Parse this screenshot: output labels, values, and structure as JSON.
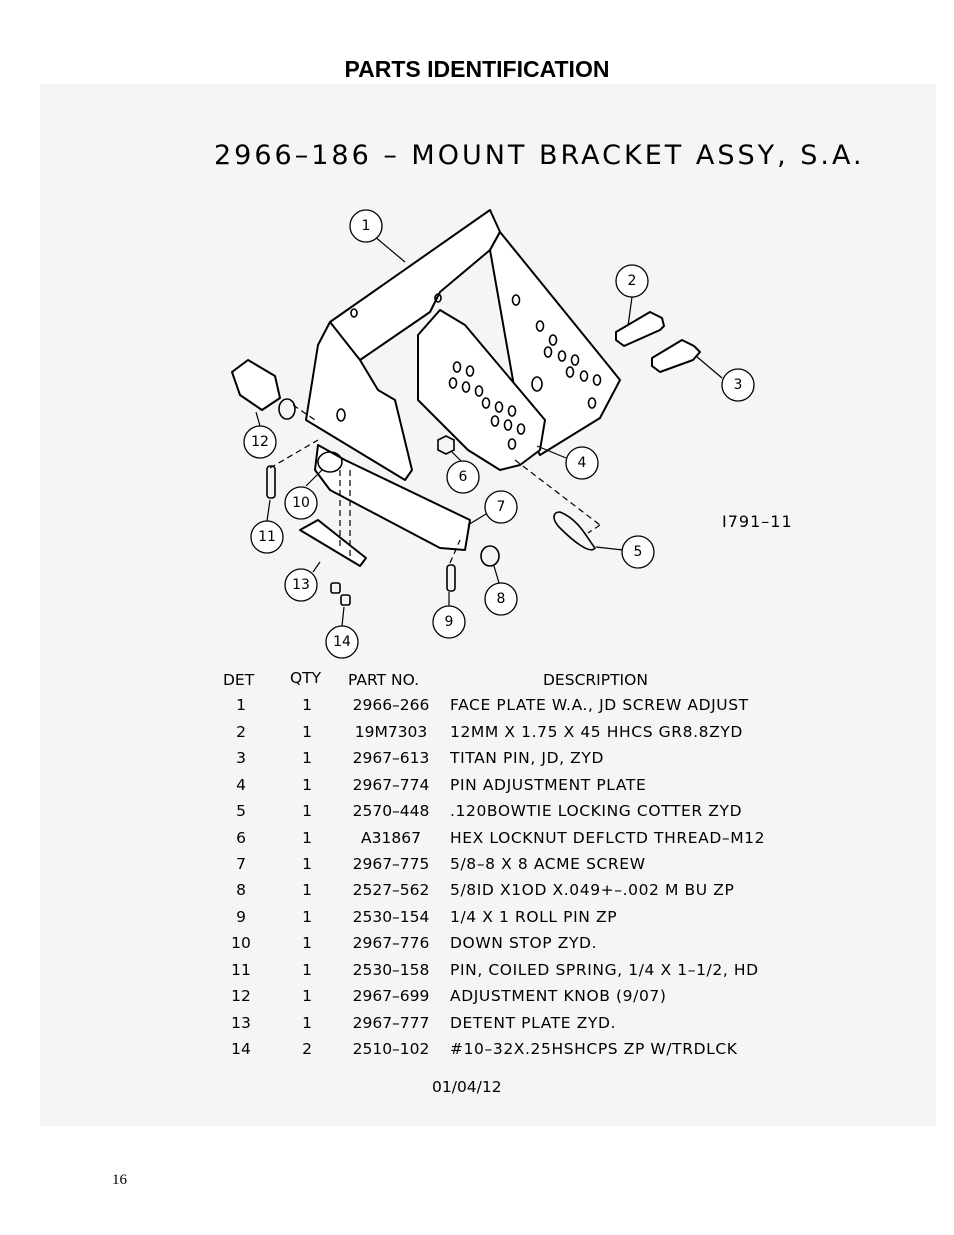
{
  "page": {
    "heading": "PARTS IDENTIFICATION",
    "page_number": "16"
  },
  "drawing": {
    "title": "2966–186 – MOUNT BRACKET ASSY, S.A.",
    "drawing_number": "I791–11",
    "balloons": [
      "1",
      "2",
      "3",
      "4",
      "5",
      "6",
      "7",
      "8",
      "9",
      "10",
      "11",
      "12",
      "13",
      "14"
    ]
  },
  "parts_table": {
    "headers": {
      "det": "DET",
      "qty": "QTY",
      "part_no": "PART NO.",
      "description": "DESCRIPTION"
    },
    "rows": [
      {
        "det": "1",
        "qty": "1",
        "part_no": "2966–266",
        "description": "FACE PLATE W.A., JD SCREW ADJUST"
      },
      {
        "det": "2",
        "qty": "1",
        "part_no": "19M7303",
        "description": "12MM X 1.75 X 45 HHCS GR8.8ZYD"
      },
      {
        "det": "3",
        "qty": "1",
        "part_no": "2967–613",
        "description": "TITAN PIN, JD, ZYD"
      },
      {
        "det": "4",
        "qty": "1",
        "part_no": "2967–774",
        "description": "PIN ADJUSTMENT PLATE"
      },
      {
        "det": "5",
        "qty": "1",
        "part_no": "2570–448",
        "description": ".120BOWTIE LOCKING COTTER ZYD"
      },
      {
        "det": "6",
        "qty": "1",
        "part_no": "A31867",
        "description": "HEX LOCKNUT DEFLCTD THREAD–M12"
      },
      {
        "det": "7",
        "qty": "1",
        "part_no": "2967–775",
        "description": "5/8–8 X 8 ACME SCREW"
      },
      {
        "det": "8",
        "qty": "1",
        "part_no": "2527–562",
        "description": "5/8ID X1OD X.049+–.002 M BU ZP"
      },
      {
        "det": "9",
        "qty": "1",
        "part_no": "2530–154",
        "description": "1/4 X 1 ROLL PIN ZP"
      },
      {
        "det": "10",
        "qty": "1",
        "part_no": "2967–776",
        "description": "DOWN STOP ZYD."
      },
      {
        "det": "11",
        "qty": "1",
        "part_no": "2530–158",
        "description": "PIN, COILED SPRING, 1/4 X 1–1/2, HD"
      },
      {
        "det": "12",
        "qty": "1",
        "part_no": "2967–699",
        "description": "ADJUSTMENT KNOB (9/07)"
      },
      {
        "det": "13",
        "qty": "1",
        "part_no": "2967–777",
        "description": "DETENT PLATE ZYD."
      },
      {
        "det": "14",
        "qty": "2",
        "part_no": "2510–102",
        "description": "#10–32X.25HSHCPS ZP W/TRDLCK"
      }
    ],
    "revision_date": "01/04/12"
  }
}
